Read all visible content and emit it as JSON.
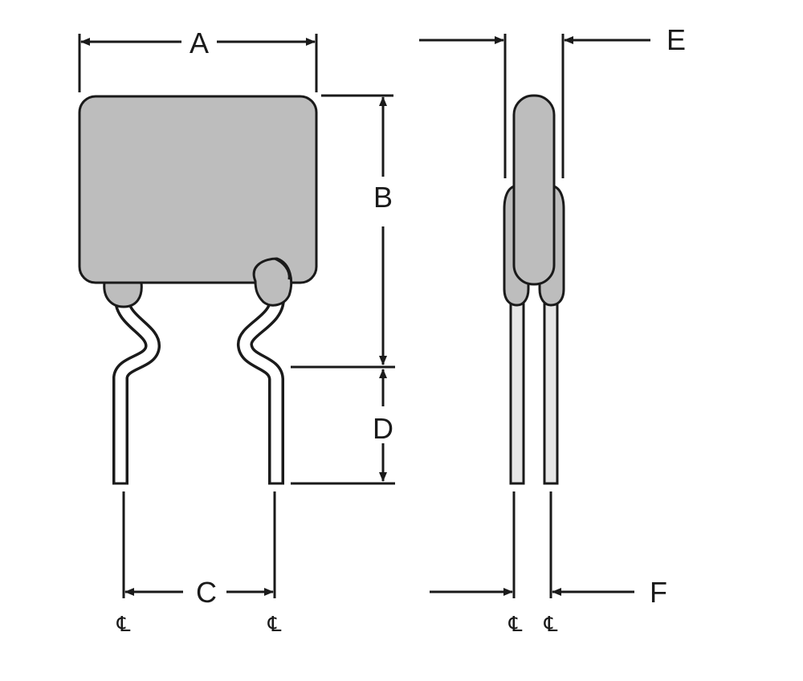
{
  "diagram": {
    "dimension_labels": {
      "width": "A",
      "height": "B",
      "lead_spacing": "C",
      "lead_length": "D",
      "thickness": "E",
      "lead_spacing_side": "F"
    },
    "centerline_symbol": "℄",
    "colors": {
      "body": "#bdbdbd",
      "outline": "#1a1a1a",
      "lead_fill": "#ffffff",
      "side_lead_fill": "#e6e6e6"
    }
  }
}
